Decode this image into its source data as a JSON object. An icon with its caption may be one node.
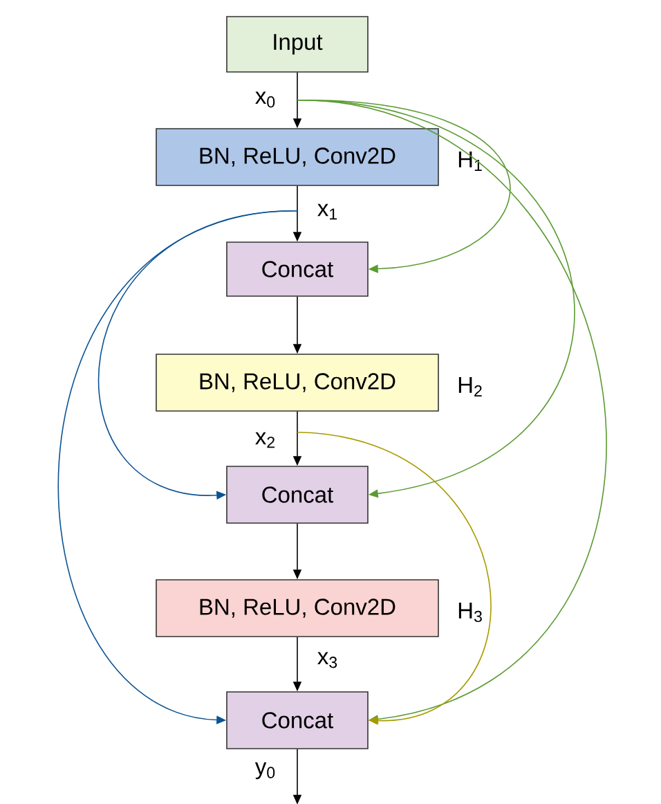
{
  "diagram": {
    "nodes": [
      {
        "text": [
          "Input"
        ]
      },
      {
        "text": [
          "BN, ReLU, Conv2D"
        ],
        "beside": [
          "H$_{1}$"
        ]
      },
      {
        "text": [
          "Concat"
        ]
      },
      {
        "text": [
          "BN, ReLU, Conv2D"
        ],
        "beside": [
          "H$_{2}$"
        ]
      },
      {
        "text": [
          "Concat"
        ]
      },
      {
        "text": [
          "BN, ReLU, Conv2D"
        ],
        "beside": [
          "H$_{3}$"
        ]
      },
      {
        "text": [
          "Concat"
        ]
      }
    ],
    "edges": [
      {
        "from": 0,
        "to": 1,
        "arrow": "to",
        "label": "x$_{0}$"
      },
      {
        "from": 1,
        "to": 2,
        "arrow": "to",
        "label": "x$_{1}$"
      },
      {
        "from": 2,
        "to": 3,
        "arrow": "to"
      },
      {
        "from": 3,
        "to": 4,
        "arrow": "to",
        "label": "x$_{2}$"
      },
      {
        "from": 4,
        "to": 5,
        "arrow": "to"
      },
      {
        "from": 5,
        "to": 6,
        "arrow": "to",
        "label": "x$_{3}$"
      },
      {
        "from": 6,
        "to": null,
        "arrow": "to",
        "label": "y$_{0}$"
      },
      {
        "from": 0,
        "to": 2,
        "arrow": "to",
        "color": "#5b9b32"
      },
      {
        "from": 0,
        "to": 4,
        "arrow": "to",
        "color": "#5b9b32"
      },
      {
        "from": 0,
        "to": 6,
        "arrow": "to",
        "color": "#5b9b32"
      },
      {
        "from": 1,
        "to": 4,
        "arrow": "to",
        "color": "#0b5394"
      },
      {
        "from": 1,
        "to": 6,
        "arrow": "to",
        "color": "#0b5394"
      },
      {
        "from": 3,
        "to": 6,
        "arrow": "to",
        "color": "#a89b00"
      }
    ]
  }
}
